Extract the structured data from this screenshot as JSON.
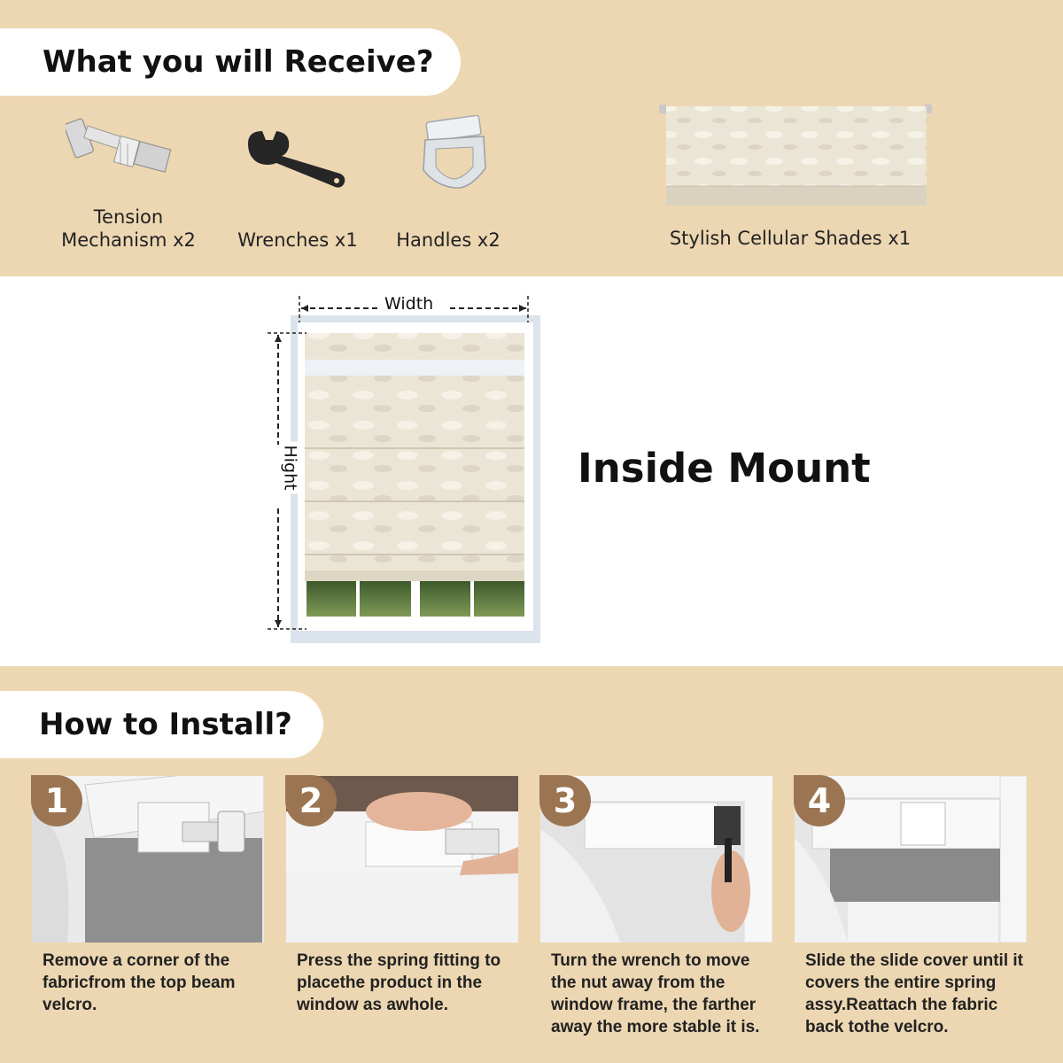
{
  "receive": {
    "title": "What you will Receive?",
    "items": [
      {
        "label_line1": "Tension",
        "label_line2": "Mechanism x2",
        "icon": "tension-mechanism-icon"
      },
      {
        "label_line1": "Wrenches x1",
        "icon": "wrench-icon"
      },
      {
        "label_line1": "Handles x2",
        "icon": "handle-icon"
      },
      {
        "label_line1": "Stylish Cellular Shades x1",
        "icon": "cellular-shade-icon"
      }
    ]
  },
  "mount": {
    "title": "Inside Mount",
    "width_label": "Width",
    "height_label": "Hight"
  },
  "install": {
    "title": "How to Install?",
    "steps": [
      {
        "number": "1",
        "text": "Remove a corner of the fabricfrom the top beam velcro."
      },
      {
        "number": "2",
        "text": "Press the spring fitting to placethe product in the window as awhole."
      },
      {
        "number": "3",
        "text": "Turn the wrench to move the nut away from the window frame, the farther away the more stable it is."
      },
      {
        "number": "4",
        "text": "Slide the slide cover until it covers the entire spring assy.Reattach the fabric back tothe velcro."
      }
    ]
  },
  "colors": {
    "band": "#ecd7b2",
    "badge": "#9b7552",
    "fabric": "#ece6d6"
  }
}
